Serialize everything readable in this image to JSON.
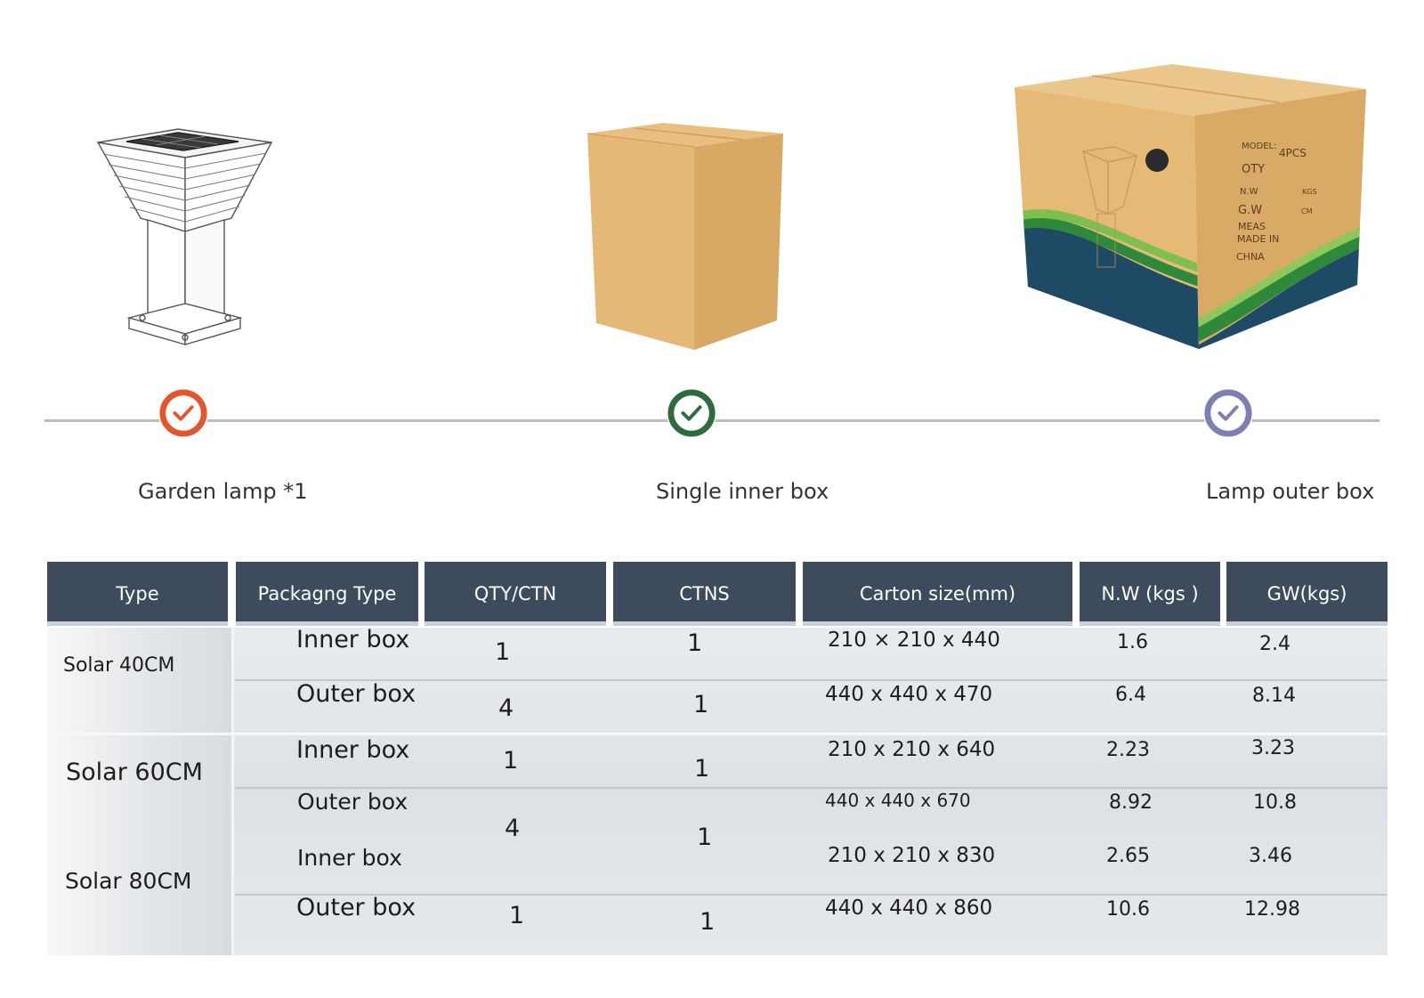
{
  "steps": [
    {
      "label": "Garden lamp *1",
      "color": "#e0562e"
    },
    {
      "label": "Single inner box",
      "color": "#2f6b3d"
    },
    {
      "label": "Lamp outer box",
      "color": "#7b7fb2"
    }
  ],
  "outer_box_print": {
    "model": "MODEL:",
    "pcs": "4PCS",
    "qty": "OTY",
    "nw": "N.W",
    "gw": "G.W",
    "meas": "MEAS",
    "made_in": "MADE IN",
    "china": "CHNA",
    "kgs": "KGS",
    "cm": "CM"
  },
  "table": {
    "headers": [
      "Type",
      "Packagng Type",
      "QTY/CTN",
      "CTNS",
      "Carton size(mm)",
      "N.W (kgs )",
      "GW(kgs)"
    ],
    "types": [
      "Solar 40CM",
      "Solar 60CM",
      "Solar 80CM"
    ],
    "rows": [
      {
        "pack": "Inner box",
        "qty": "1",
        "ctns": "1",
        "size": "210 × 210 x 440",
        "nw": "1.6",
        "gw": "2.4"
      },
      {
        "pack": "Outer box",
        "qty": "4",
        "ctns": "1",
        "size": "440 x 440 x 470",
        "nw": "6.4",
        "gw": "8.14"
      },
      {
        "pack": "Inner box",
        "qty": "1",
        "ctns": "1",
        "size": "210 x 210 x 640",
        "nw": "2.23",
        "gw": "3.23"
      },
      {
        "pack": "Outer box",
        "qty": "",
        "ctns": "",
        "size": "440 x 440 x 670",
        "nw": "8.92",
        "gw": "10.8"
      },
      {
        "pack": "Inner box",
        "qty": "",
        "ctns": "",
        "size": "210 x 210 x 830",
        "nw": "2.65",
        "gw": "3.46"
      },
      {
        "pack": "Outer box",
        "qty": "1",
        "ctns": "1",
        "size": "440 x 440 x 860",
        "nw": "10.6",
        "gw": "12.98"
      }
    ],
    "merged_qty": "4",
    "merged_ctns": "1"
  }
}
